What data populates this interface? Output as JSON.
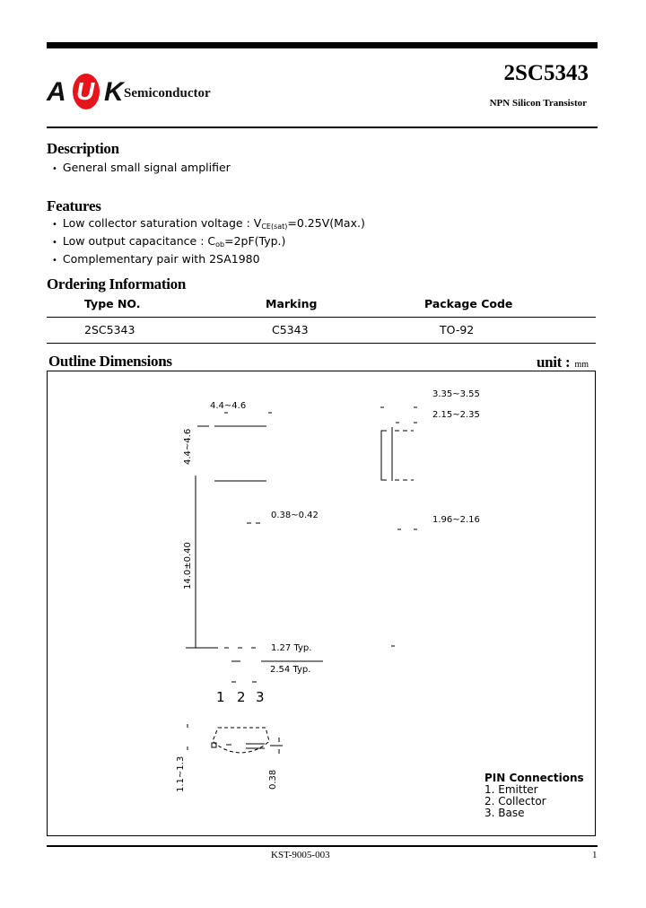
{
  "header": {
    "logo": {
      "letter_a": "A",
      "letter_u": "U",
      "letter_k": "K",
      "text": "Semiconductor",
      "accent_color": "#e8141c"
    },
    "part_number": "2SC5343",
    "subtitle": "NPN Silicon Transistor"
  },
  "description": {
    "title": "Description",
    "items": [
      "General small signal amplifier"
    ]
  },
  "features": {
    "title": "Features",
    "items": [
      {
        "pre": "Low collector saturation voltage : V",
        "sub": "CE(sat)",
        "post": "=0.25V(Max.)"
      },
      {
        "pre": "Low output capacitance : C",
        "sub": "ob",
        "post": "=2pF(Typ.)"
      },
      {
        "pre": "Complementary pair with 2SA1980",
        "sub": "",
        "post": ""
      }
    ]
  },
  "ordering": {
    "title": "Ordering Information",
    "columns": [
      "Type NO.",
      "Marking",
      "Package Code"
    ],
    "rows": [
      [
        "2SC5343",
        "C5343",
        "TO-92"
      ]
    ]
  },
  "outline": {
    "title": "Outline Dimensions",
    "unit_label": "unit :",
    "unit": "mm",
    "dimensions": {
      "body_width": "4.4~4.6",
      "body_height": "4.4~4.6",
      "lead_width": "0.38~0.42",
      "lead_length": "14.0±0.40",
      "pitch_1": "1.27 Typ.",
      "pitch_2": "2.54 Typ.",
      "side_1": "3.35~3.55",
      "side_2": "2.15~2.35",
      "side_3": "1.96~2.16",
      "bottom_1": "1.1~1.3",
      "bottom_2": "0.38"
    },
    "pin_numbers": [
      "1",
      "2",
      "3"
    ],
    "pin_connections": {
      "title": "PIN Connections",
      "items": [
        "1. Emitter",
        "2. Collector",
        "3. Base"
      ]
    }
  },
  "footer": {
    "doc_code": "KST-9005-003",
    "page": "1"
  }
}
